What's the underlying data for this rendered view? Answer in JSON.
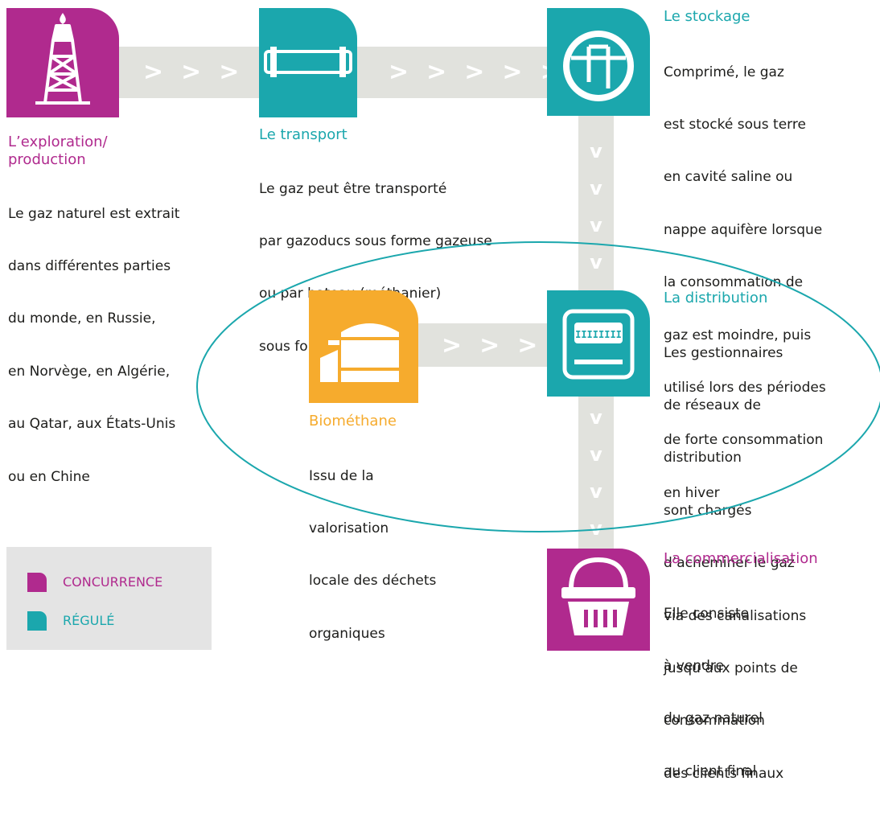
{
  "colors": {
    "concurrence": "#b02a8e",
    "regule": "#1ba7ad",
    "biomethane": "#f6ab2d",
    "band": "#e1e2dd",
    "ellipse": "#1ba7ad"
  },
  "arrows": {
    "right": ">",
    "down": "v"
  },
  "steps": {
    "exploration": {
      "icon": "oil-derrick-icon",
      "title_line1": "L’exploration/",
      "title_line2": "production",
      "lines": [
        "Le gaz naturel est extrait",
        "dans différentes parties",
        "du monde, en Russie,",
        "en Norvège, en Algérie,",
        "au Qatar, aux États-Unis",
        "ou en Chine"
      ]
    },
    "transport": {
      "icon": "pipeline-icon",
      "title": "Le transport",
      "lines": [
        "Le gaz peut être transporté",
        "par gazoducs sous forme gazeuse",
        "ou par bateau (méthanier)",
        "sous forme liquide"
      ]
    },
    "stockage": {
      "icon": "storage-valve-icon",
      "title": "Le stockage",
      "lines": [
        "Comprimé, le gaz",
        "est stocké sous terre",
        "en cavité saline ou",
        "nappe aquifère lorsque",
        "la consommation de",
        "gaz est moindre, puis",
        "utilisé lors des périodes",
        "de forte consommation",
        "en hiver"
      ]
    },
    "biomethane": {
      "icon": "biogas-plant-icon",
      "title": "Biométhane",
      "lines": [
        "Issu de la",
        "valorisation",
        "locale des déchets",
        "organiques"
      ]
    },
    "distribution": {
      "icon": "gas-meter-icon",
      "meter_digits": "IIIIIIII",
      "title": "La distribution",
      "lines": [
        "Les gestionnaires",
        "de réseaux de",
        "distribution",
        "sont chargés",
        "d’acheminer le gaz",
        "via des canalisations",
        "jusqu’aux points de",
        "consommation",
        "des clients finaux"
      ]
    },
    "commercialisation": {
      "icon": "shopping-basket-icon",
      "title": "La commercialisation",
      "lines": [
        "Elle consiste",
        "à vendre",
        "du gaz naturel",
        "au client final"
      ]
    }
  },
  "legend": {
    "items": [
      {
        "label": "CONCURRENCE",
        "color": "#b02a8e"
      },
      {
        "label": "RÉGULÉ",
        "color": "#1ba7ad"
      }
    ]
  }
}
